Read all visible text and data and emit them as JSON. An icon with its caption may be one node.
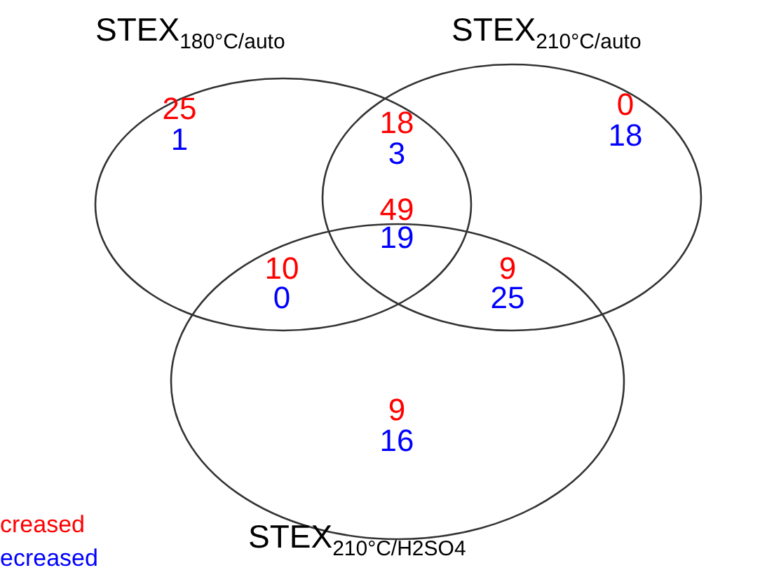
{
  "diagram": {
    "nodes": [
      {
        "text": [
          "STEX$_{180°C/auto}$"
        ]
      },
      {
        "text": [
          "STEX$_{210°C/auto}$"
        ]
      },
      {
        "text": [
          "STEX$_{210°C/H2SO4}$"
        ]
      }
    ],
    "labels": [
      "25",
      "1",
      "18",
      "3",
      "0",
      "18",
      "49",
      "19",
      "10",
      "0",
      "9",
      "25",
      "9",
      "16"
    ],
    "legend": [
      {
        "text": "creased",
        "color": "#ff0000"
      },
      {
        "text": "ecreased",
        "color": "#0000ff"
      }
    ]
  }
}
